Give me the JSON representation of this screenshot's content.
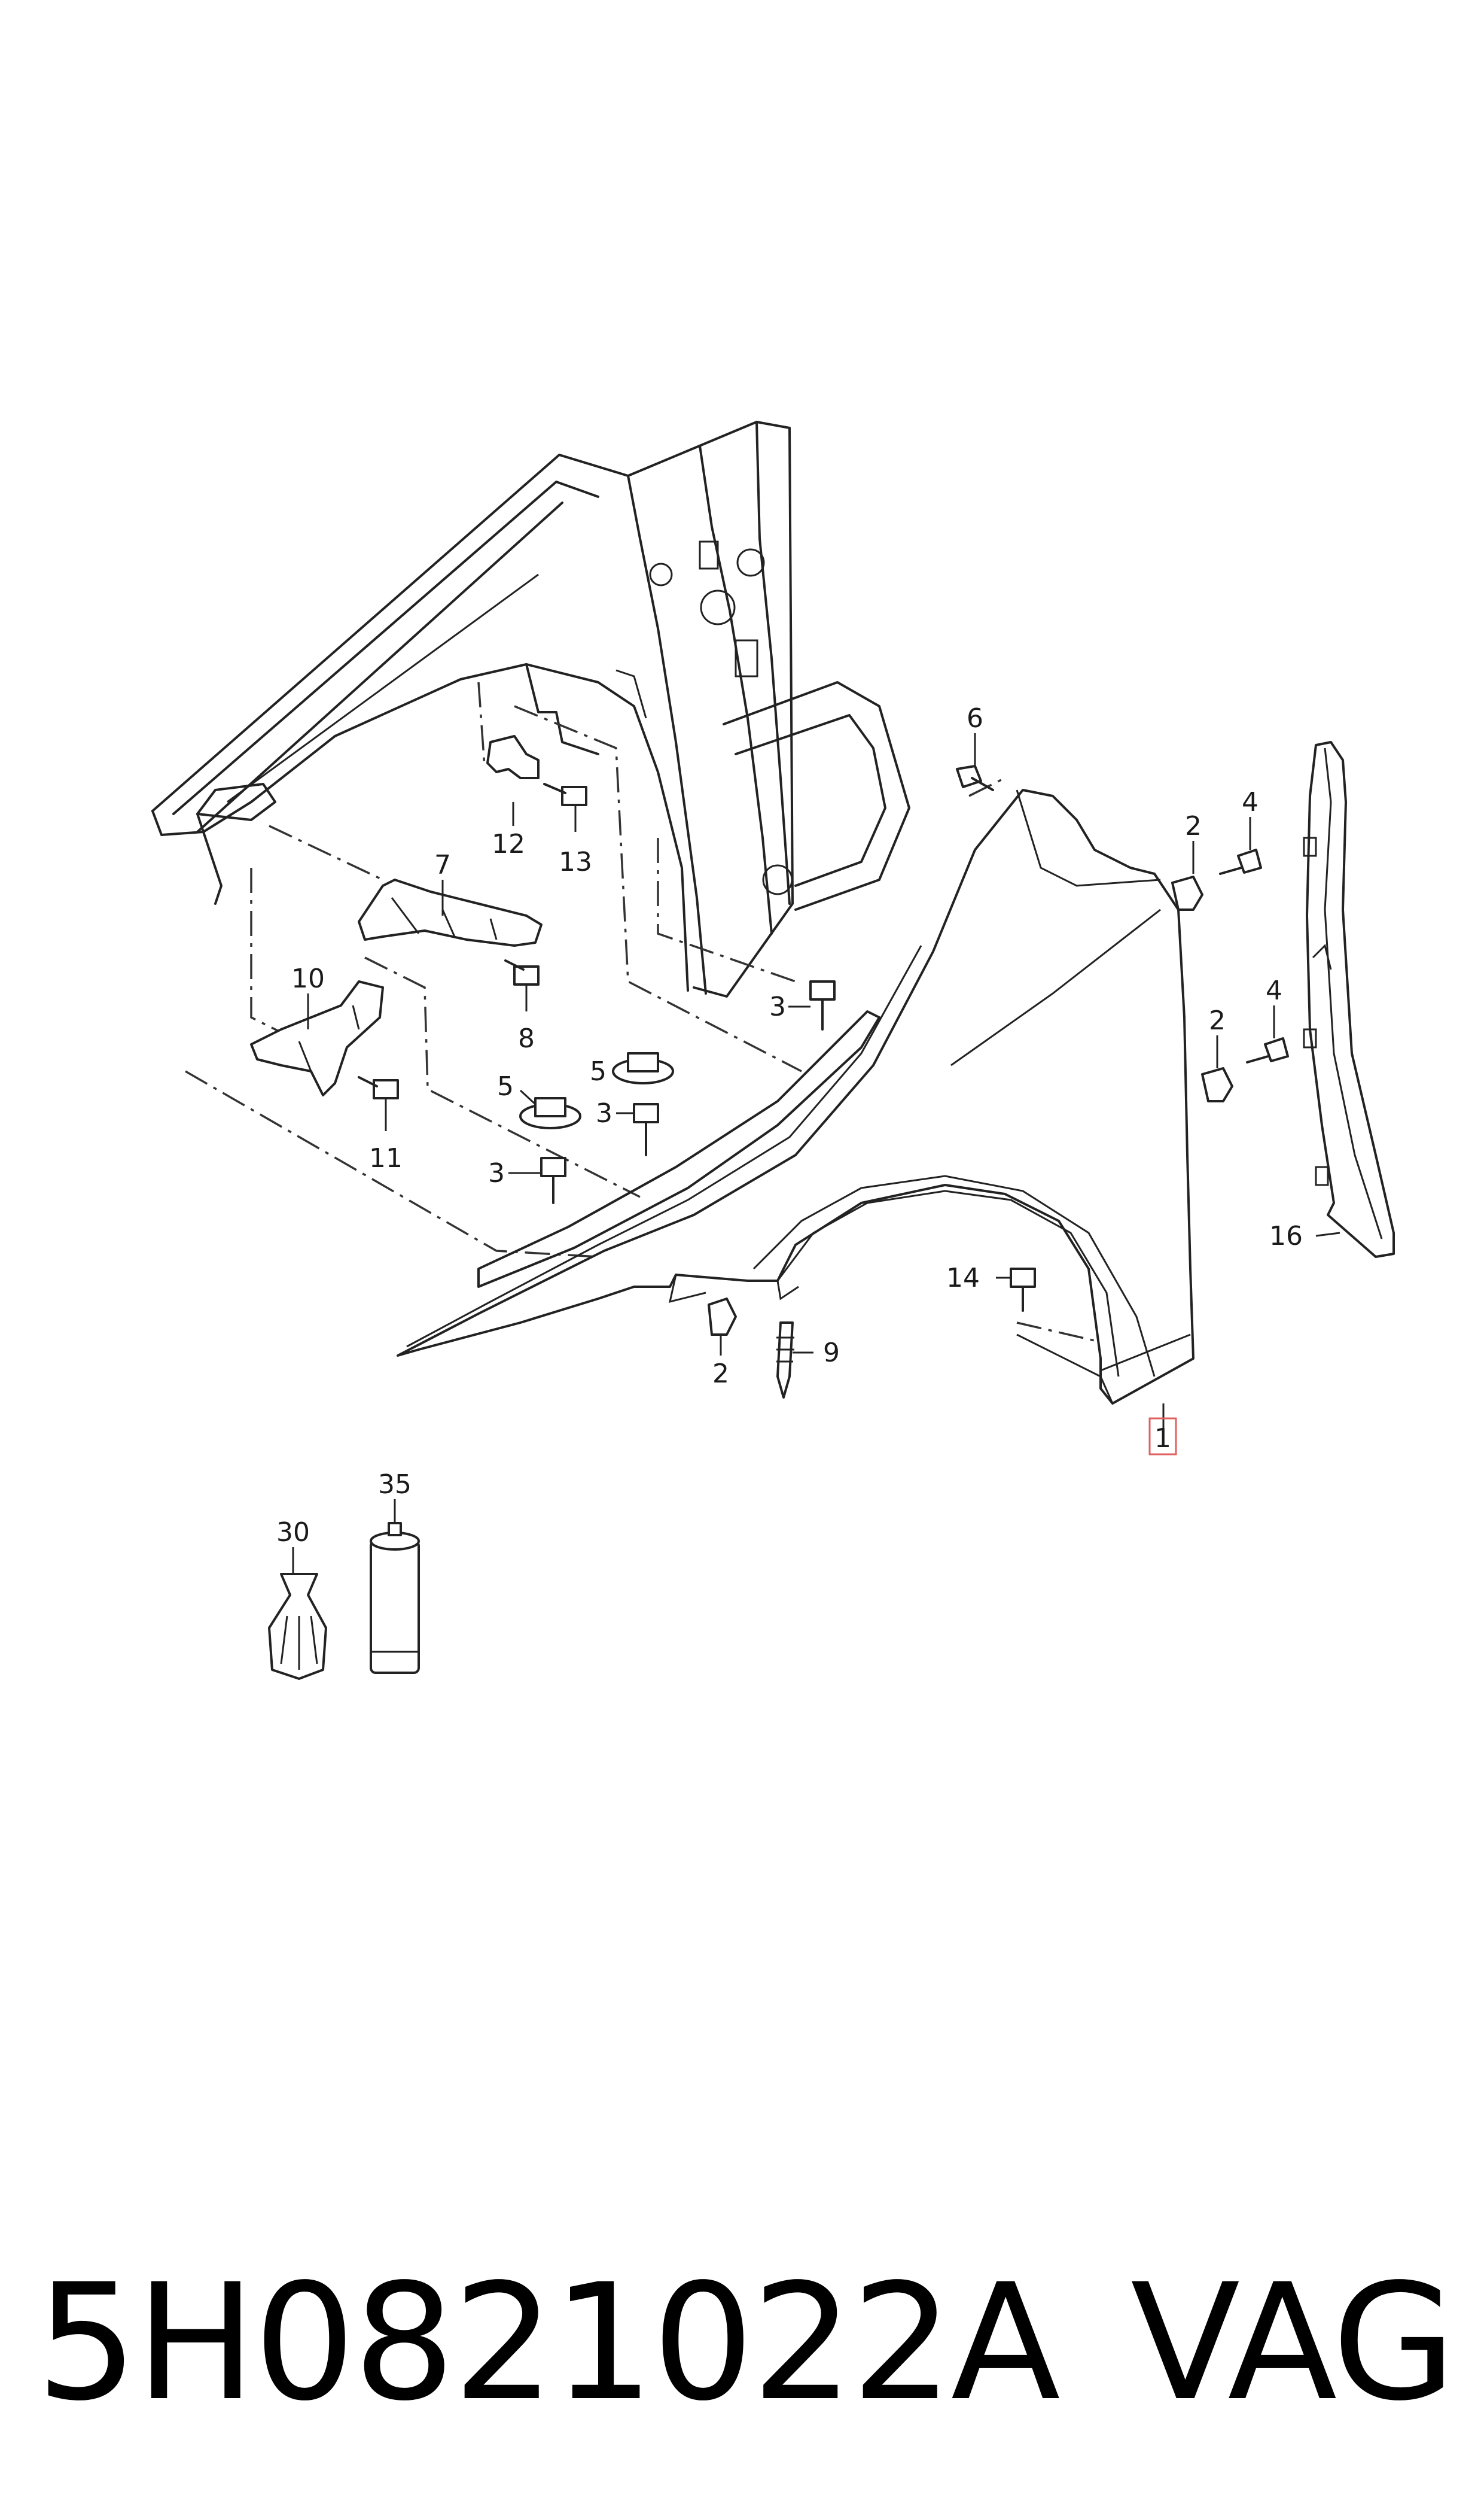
{
  "callouts": {
    "c1": "1",
    "c2a": "2",
    "c2b": "2",
    "c2c": "2",
    "c3a": "3",
    "c3b": "3",
    "c3c": "3",
    "c4a": "4",
    "c4b": "4",
    "c5a": "5",
    "c5b": "5",
    "c6": "6",
    "c7": "7",
    "c8": "8",
    "c9": "9",
    "c10": "10",
    "c11": "11",
    "c12": "12",
    "c13": "13",
    "c14": "14",
    "c16": "16",
    "c30": "30",
    "c35": "35"
  },
  "highlight": {
    "callout": "1",
    "color": "#e06060"
  },
  "footer": {
    "part_number": "5H0821022A",
    "brand": "VAG"
  }
}
